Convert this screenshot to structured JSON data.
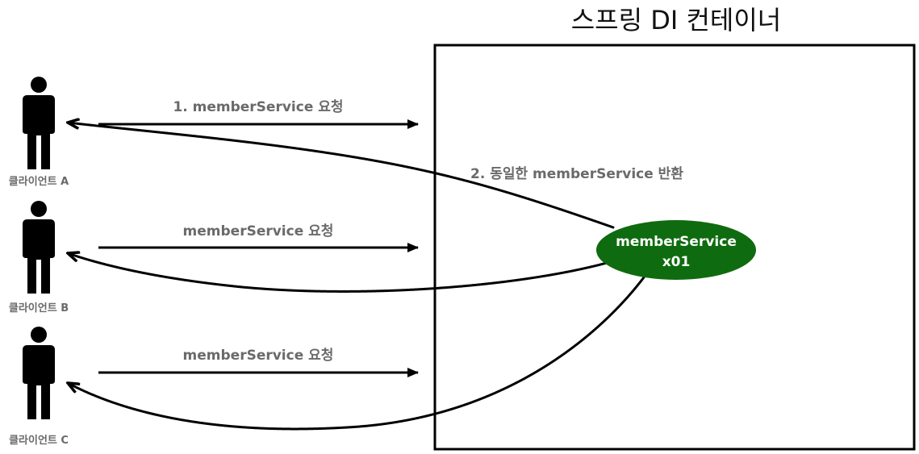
{
  "container": {
    "title": "스프링 DI 컨테이너"
  },
  "clients": [
    {
      "label": "클라이언트 A",
      "request_label": "1. memberService 요청"
    },
    {
      "label": "클라이언트 B",
      "request_label": "memberService 요청"
    },
    {
      "label": "클라이언트 C",
      "request_label": "memberService 요청"
    }
  ],
  "return_label": "2. 동일한 memberService 반환",
  "service_node": {
    "name": "memberService",
    "instance_id": "x01",
    "color": "#0f6b0f"
  }
}
